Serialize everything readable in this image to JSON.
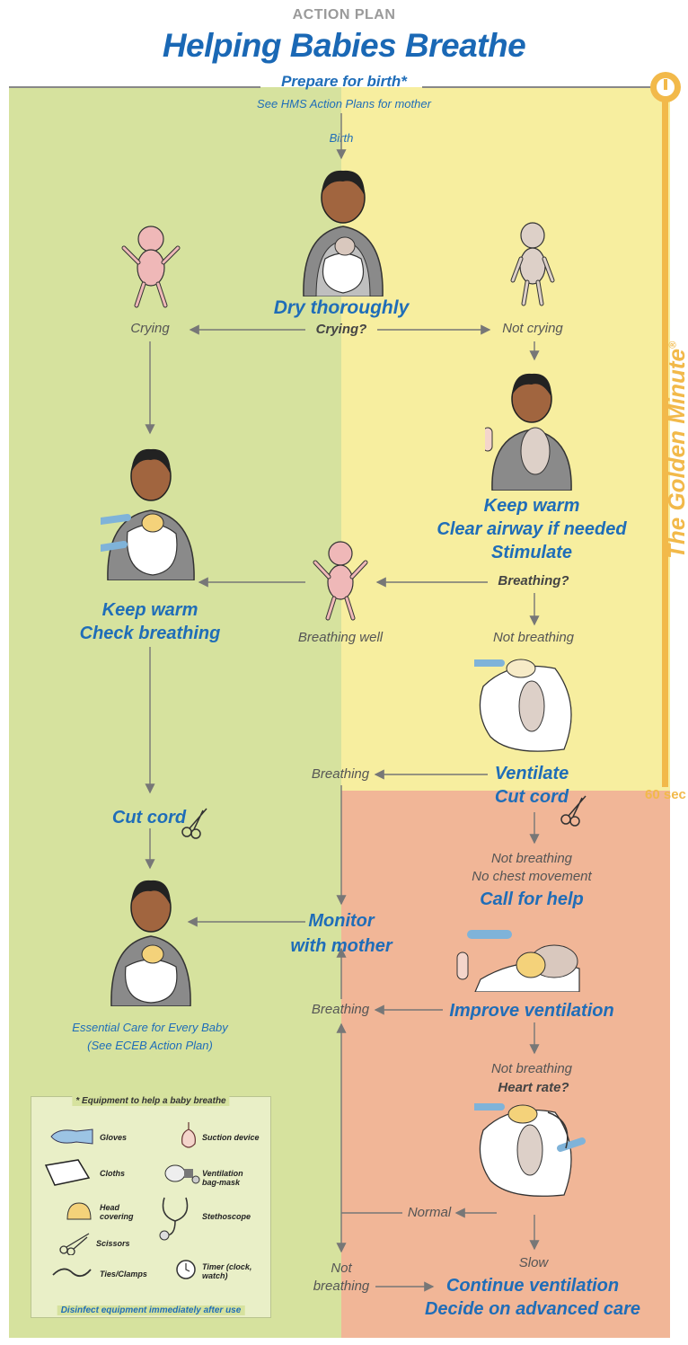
{
  "header": {
    "kicker": "ACTION PLAN",
    "title": "Helping Babies Breathe",
    "prepare": "Prepare for birth*",
    "prepare_note": "See HMS Action Plans for mother",
    "birth": "Birth"
  },
  "timeline": {
    "label": "The Golden Minute",
    "reg": "®",
    "end_label": "60 sec"
  },
  "steps": {
    "dry": "Dry thoroughly",
    "crying_q": "Crying?",
    "crying": "Crying",
    "not_crying": "Not crying",
    "warm_clear_stim_1": "Keep warm",
    "warm_clear_stim_2": "Clear airway if needed",
    "warm_clear_stim_3": "Stimulate",
    "breathing_q": "Breathing?",
    "breathing_well": "Breathing well",
    "not_breathing_1": "Not breathing",
    "keep_warm_1": "Keep warm",
    "keep_warm_2": "Check breathing",
    "ventilate": "Ventilate",
    "cut_cord_v": "Cut cord",
    "breathing_1": "Breathing",
    "cut_cord": "Cut cord",
    "not_breathing_2": "Not breathing",
    "no_chest": "No chest movement",
    "call_help": "Call for help",
    "monitor_1": "Monitor",
    "monitor_2": "with mother",
    "breathing_2": "Breathing",
    "improve": "Improve ventilation",
    "essential_1": "Essential Care for Every Baby",
    "essential_2": "(See ECEB Action Plan)",
    "not_breathing_3": "Not breathing",
    "heart_rate": "Heart rate?",
    "normal": "Normal",
    "slow": "Slow",
    "not_breathing_4a": "Not",
    "not_breathing_4b": "breathing",
    "continue_1": "Continue ventilation",
    "continue_2": "Decide on advanced care"
  },
  "legend": {
    "title": "* Equipment to help a baby breathe",
    "items": [
      "Gloves",
      "Suction device",
      "Cloths",
      "Ventilation bag-mask",
      "Head covering",
      "Stethoscope",
      "Scissors",
      "Ties/Clamps",
      "Timer (clock, watch)"
    ],
    "footer": "Disinfect equipment immediately after use"
  },
  "colors": {
    "green": "#d4e09b",
    "yellow": "#f8ef9c",
    "salmon": "#f2b89a",
    "blue": "#1f6db8",
    "gold": "#f2b94a"
  }
}
